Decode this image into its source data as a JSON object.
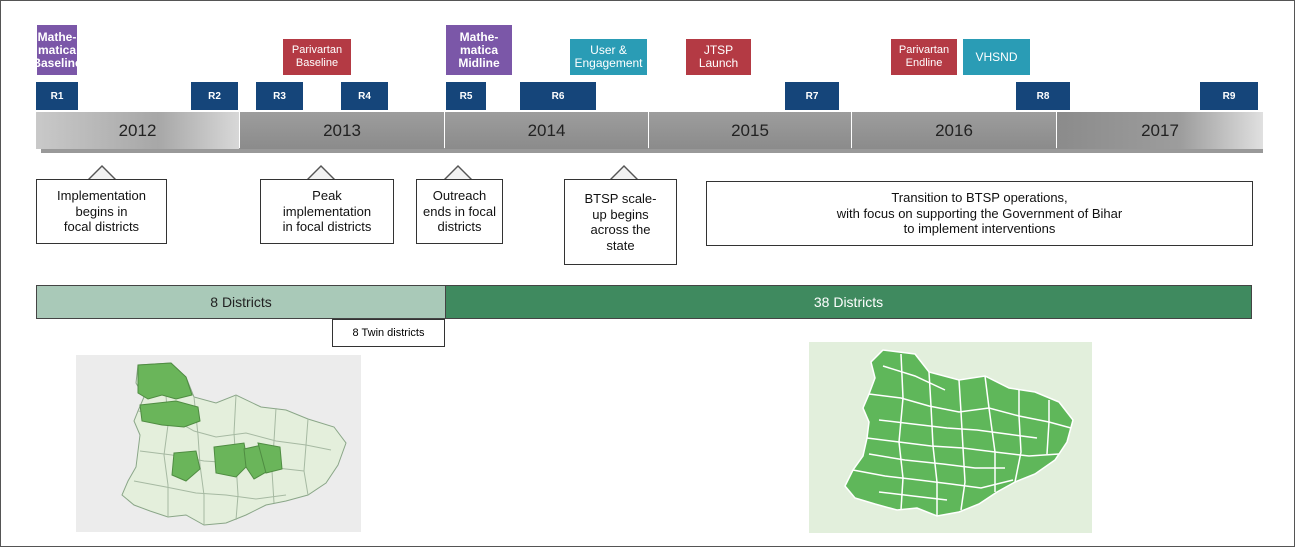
{
  "events": [
    {
      "id": "math-baseline",
      "label": "Mathe-\nmatica\nBaseline",
      "color": "#7b57a8"
    },
    {
      "id": "parivartan-baseline",
      "label": "Parivartan\nBaseline",
      "color": "#b43a44"
    },
    {
      "id": "math-midline",
      "label": "Mathe-\nmatica\nMidline",
      "color": "#7b57a8"
    },
    {
      "id": "user-engagement",
      "label": "User &\nEngagement",
      "color": "#2a9cb5"
    },
    {
      "id": "jtsp-launch",
      "label": "JTSP\nLaunch",
      "color": "#b43a44"
    },
    {
      "id": "parivartan-endline",
      "label": "Parivartan\nEndline",
      "color": "#b43a44"
    },
    {
      "id": "vhsnd",
      "label": "VHSND",
      "color": "#2a9cb5"
    }
  ],
  "rounds": [
    "R1",
    "R2",
    "R3",
    "R4",
    "R5",
    "R6",
    "R7",
    "R8",
    "R9"
  ],
  "years": [
    "2012",
    "2013",
    "2014",
    "2015",
    "2016",
    "2017"
  ],
  "callouts": [
    "Implementation\nbegins in\nfocal districts",
    "Peak\nimplementation\nin focal districts",
    "Outreach\nends in focal\ndistricts",
    "BTSP scale-\nup begins\nacross the\nstate",
    "Transition to BTSP operations,\nwith focus on supporting the Government of Bihar\nto implement interventions"
  ],
  "district_bars": {
    "phase1": "8 Districts",
    "phase2": "38 Districts",
    "twin": "8 Twin districts"
  },
  "colors": {
    "phase1_bar": "#a9c9b8",
    "phase2_bar": "#3f8a5f",
    "map_highlight": "#6ab55a",
    "map_base": "#e4efdc"
  }
}
